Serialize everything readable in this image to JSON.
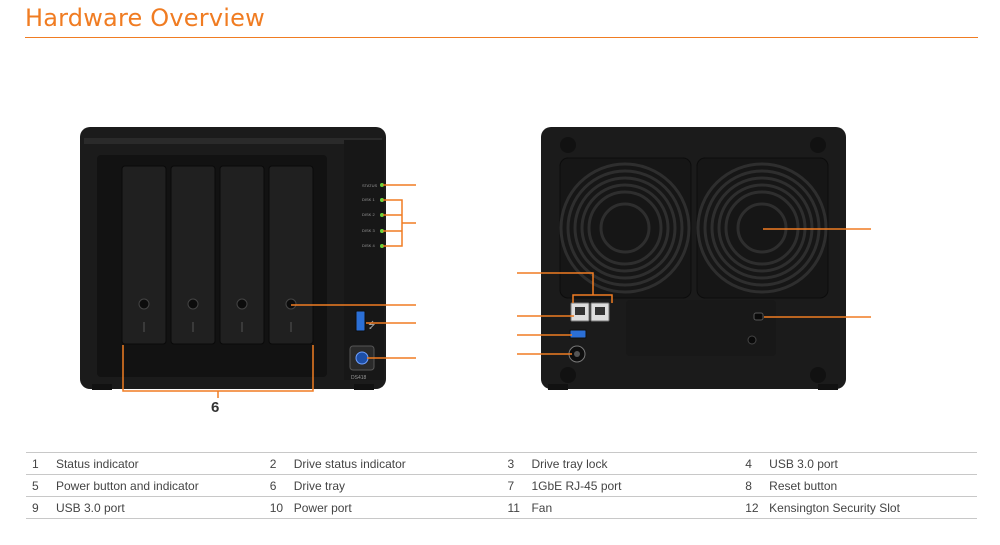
{
  "page": {
    "title": "Hardware Overview"
  },
  "figure": {
    "front_panel_model": "DS418",
    "front_led_labels": [
      "STATUS",
      "DISK 1",
      "DISK 2",
      "DISK 3",
      "DISK 4"
    ],
    "callout_6": "6"
  },
  "components": [
    {
      "num": "1",
      "label": "Status indicator"
    },
    {
      "num": "2",
      "label": "Drive status indicator"
    },
    {
      "num": "3",
      "label": "Drive tray lock"
    },
    {
      "num": "4",
      "label": "USB 3.0 port"
    },
    {
      "num": "5",
      "label": "Power button and indicator"
    },
    {
      "num": "6",
      "label": "Drive tray"
    },
    {
      "num": "7",
      "label": "1GbE RJ-45 port"
    },
    {
      "num": "8",
      "label": "Reset button"
    },
    {
      "num": "9",
      "label": "USB 3.0 port"
    },
    {
      "num": "10",
      "label": "Power port"
    },
    {
      "num": "11",
      "label": "Fan"
    },
    {
      "num": "12",
      "label": "Kensington Security Slot"
    }
  ],
  "colors": {
    "accent": "#f07c22",
    "chassis": "#1a1a1a",
    "led": "#6fd23a",
    "usb_blue": "#2b6fd6"
  }
}
